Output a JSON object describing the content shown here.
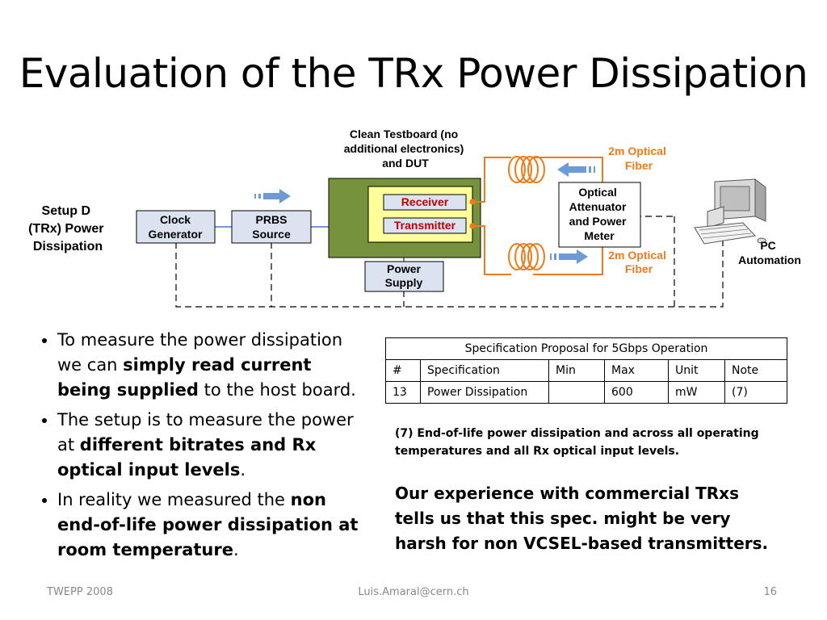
{
  "slide": {
    "title": "Evaluation of the TRx Power Dissipation"
  },
  "diagram": {
    "setup_label": [
      "Setup D",
      "(TRx) Power",
      "Dissipation"
    ],
    "testboard_label": [
      "Clean Testboard (no",
      "additional electronics)",
      "and DUT"
    ],
    "fiber_top": [
      "2m Optical",
      "Fiber"
    ],
    "fiber_bottom": [
      "2m Optical",
      "Fiber"
    ],
    "clock_generator": [
      "Clock",
      "Generator"
    ],
    "prbs_source": [
      "PRBS",
      "Source"
    ],
    "receiver": "Receiver",
    "transmitter": "Transmitter",
    "power_supply": [
      "Power",
      "Supply"
    ],
    "attenuator": [
      "Optical",
      "Attenuator",
      "and Power",
      "Meter"
    ],
    "pc": [
      "PC",
      "Automation"
    ],
    "colors": {
      "fiber": "#f07a1a",
      "board_green": "#76923c",
      "inner_yellow": "#ffff99",
      "box_fill": "#dbe3f1",
      "label_red": "#c00000",
      "arrow_blue": "#6c9bd6"
    }
  },
  "bullets": [
    {
      "parts": [
        {
          "t": "To measure the power dissipation we can "
        },
        {
          "t": "simply read current being supplied",
          "b": true
        },
        {
          "t": " to the host board."
        }
      ]
    },
    {
      "parts": [
        {
          "t": "The setup is to measure the power at "
        },
        {
          "t": "different bitrates and Rx optical input levels",
          "b": true
        },
        {
          "t": "."
        }
      ]
    },
    {
      "parts": [
        {
          "t": "In reality we measured the "
        },
        {
          "t": "non end-of-life power dissipation at room temperature",
          "b": true
        },
        {
          "t": "."
        }
      ]
    }
  ],
  "table": {
    "title": "Specification Proposal for 5Gbps Operation",
    "headers": [
      "#",
      "Specification",
      "Min",
      "Max",
      "Unit",
      "Note"
    ],
    "rows": [
      [
        "13",
        "Power Dissipation",
        "",
        "600",
        "mW",
        "(7)"
      ]
    ]
  },
  "note": "(7) End-of-life power dissipation and across all operating temperatures and all Rx optical input levels.",
  "conclusion": "Our experience with commercial TRxs tells us that this spec. might be very harsh for non VCSEL-based transmitters.",
  "footer": {
    "left": "TWEPP 2008",
    "center": "Luis.Amaral@cern.ch",
    "page": "16"
  }
}
